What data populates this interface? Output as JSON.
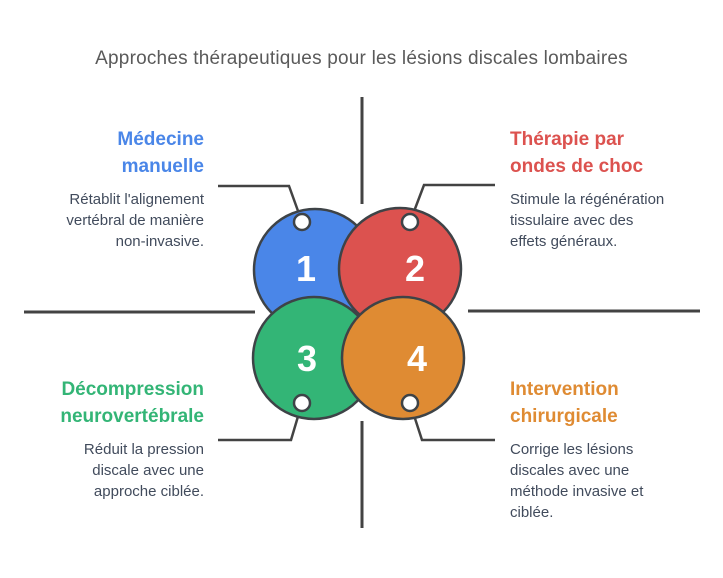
{
  "title": "Approches thérapeutiques pour les lésions discales lombaires",
  "colors": {
    "title_text": "#5A5A5A",
    "body_text": "#414B5C",
    "outline": "#3E4347",
    "line": "#434343",
    "number_text": "#FFFFFF"
  },
  "steps": [
    {
      "number": "1",
      "label_lines": [
        "Médecine",
        "manuelle"
      ],
      "description_lines": [
        "Rétablit l'alignement",
        "vertébral de manière",
        "non-invasive."
      ],
      "color": "#4A86E8"
    },
    {
      "number": "2",
      "label_lines": [
        "Thérapie par",
        "ondes de choc"
      ],
      "description_lines": [
        "Stimule la régénération",
        "tissulaire avec des",
        "effets généraux."
      ],
      "color": "#DC524F"
    },
    {
      "number": "3",
      "label_lines": [
        "Décompression",
        "neurovertébrale"
      ],
      "description_lines": [
        "Réduit la pression",
        "discale avec une",
        "approche ciblée."
      ],
      "color": "#33B576"
    },
    {
      "number": "4",
      "label_lines": [
        "Intervention",
        "chirurgicale"
      ],
      "description_lines": [
        "Corrige les lésions",
        "discales avec une",
        "méthode invasive et",
        "ciblée."
      ],
      "color": "#DF8B33"
    }
  ]
}
